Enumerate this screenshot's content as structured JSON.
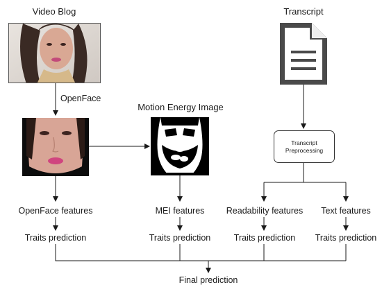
{
  "nodes": {
    "video_blog": "Video Blog",
    "transcript": "Transcript",
    "openface_step": "OpenFace",
    "mei_title": "Motion Energy Image",
    "transcript_preprocessing": [
      "Transcript",
      "Preprocessing"
    ],
    "openface_features": "OpenFace features",
    "mei_features": "MEI features",
    "readability_features": "Readability features",
    "text_features": "Text features",
    "traits_prediction": "Traits prediction",
    "final_prediction": "Final prediction"
  },
  "icons": {
    "video_frame": "person-video-frame",
    "face_crop": "cropped-face",
    "mei_image": "motion-energy-image",
    "document": "document-icon"
  },
  "colors": {
    "line": "#1a1a1a",
    "document_gray": "#4a4a4a"
  }
}
